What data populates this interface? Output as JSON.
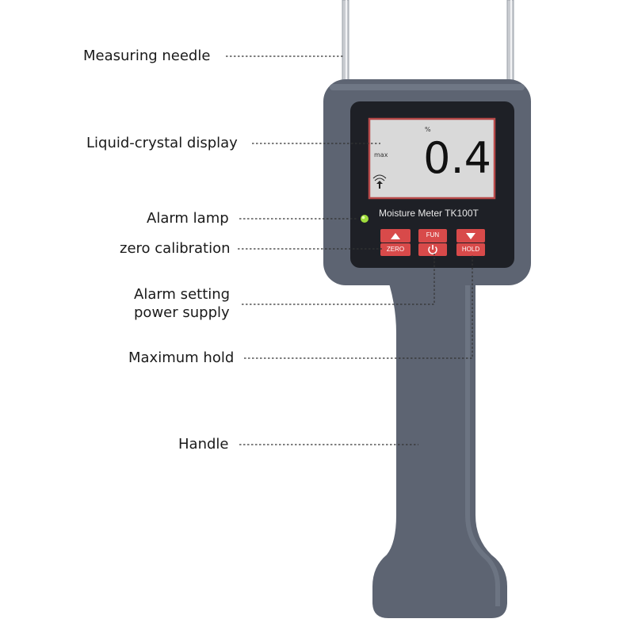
{
  "callouts": {
    "measuring_needle": "Measuring needle",
    "lcd": "Liquid-crystal display",
    "alarm_lamp": "Alarm lamp",
    "zero_calibration": "zero calibration",
    "alarm_setting_line1": "Alarm setting",
    "alarm_setting_line2": "power supply",
    "maximum_hold": "Maximum hold",
    "handle": "Handle"
  },
  "device": {
    "brand_label": "Moisture Meter TK100T",
    "lcd_reading": "0.4",
    "lcd_percent": "%",
    "lcd_max": "max",
    "key_zero": "ZERO",
    "key_fun": "FUN",
    "key_hold": "HOLD"
  },
  "colors": {
    "body": "#5d6472",
    "face": "#1e2026",
    "lcd_bg": "#d9d9d9",
    "lcd_border": "#b84a4a",
    "key": "#d84a4a",
    "lamp": "#9fdc3c",
    "leader": "#333333"
  },
  "icons": [
    "up-arrow-icon",
    "down-arrow-icon",
    "power-icon",
    "signal-icon"
  ]
}
